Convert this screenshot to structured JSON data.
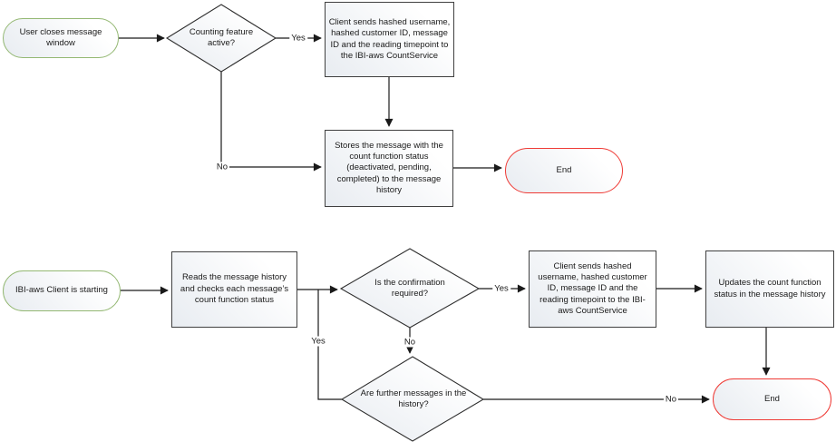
{
  "colors": {
    "start_border": "#94b873",
    "end_border": "#ef3b36",
    "process_border": "#404040",
    "decision_border": "#2e2e2e",
    "connector": "#1a1a1a",
    "shape_fill_dark": "#e8ecf1",
    "shape_fill_light": "#ffffff"
  },
  "flow_top": {
    "start": {
      "type": "terminator",
      "label": "User closes message window"
    },
    "decision_counting": {
      "type": "decision",
      "label": "Counting feature active?"
    },
    "process_send": {
      "type": "process",
      "label": "Client sends hashed username, hashed customer ID, message ID and the reading timepoint to the IBI-aws CountService"
    },
    "process_store": {
      "type": "process",
      "label": "Stores the message with the count function status (deactivated, pending, completed) to the message history"
    },
    "end": {
      "type": "terminator",
      "label": "End"
    },
    "labels": {
      "yes": "Yes",
      "no": "No"
    }
  },
  "flow_bottom": {
    "start": {
      "type": "terminator",
      "label": "IBI-aws Client is starting"
    },
    "process_read": {
      "type": "process",
      "label": "Reads the message history and checks each message’s count function status"
    },
    "decision_confirmation": {
      "type": "decision",
      "label": "Is the confirmation required?"
    },
    "process_send": {
      "type": "process",
      "label": "Client sends hashed username, hashed customer ID, message ID and the reading timepoint to the IBI-aws CountService"
    },
    "process_update": {
      "type": "process",
      "label": "Updates the count function status in the message history"
    },
    "decision_further": {
      "type": "decision",
      "label": "Are further messages in the history?"
    },
    "end": {
      "type": "terminator",
      "label": "End"
    },
    "labels": {
      "confirmation_yes": "Yes",
      "confirmation_no": "No",
      "further_yes": "Yes",
      "further_no": "No"
    }
  }
}
